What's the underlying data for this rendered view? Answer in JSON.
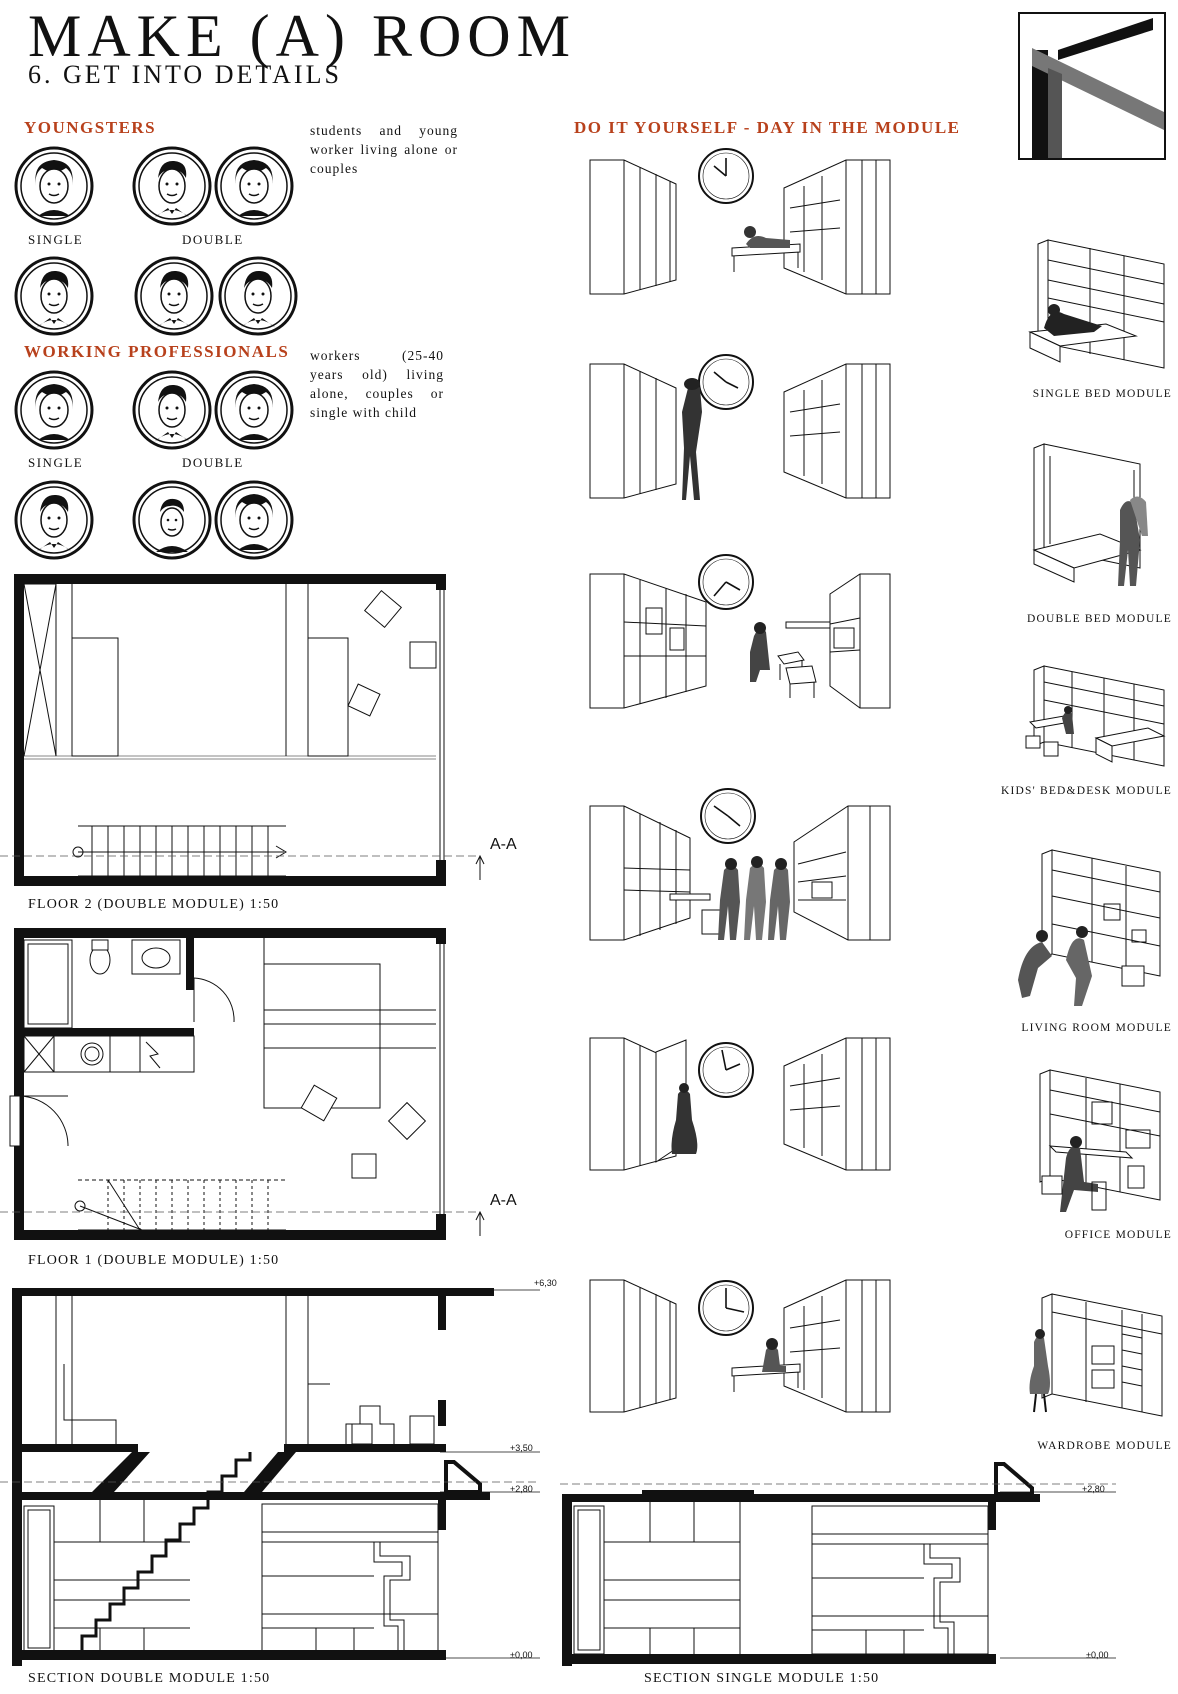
{
  "header": {
    "title": "MAKE (A) ROOM",
    "subtitle": "6. GET INTO DETAILS"
  },
  "youngsters": {
    "heading": "YOUNGSTERS",
    "description": "students and young worker living alone or couples",
    "single_label": "SINGLE",
    "double_label": "DOUBLE"
  },
  "professionals": {
    "heading": "WORKING PROFESSIONALS",
    "description": "workers (25-40 years old) living alone, couples or single with child",
    "single_label": "SINGLE",
    "double_label": "DOUBLE"
  },
  "diy": {
    "heading": "DO IT YOURSELF - DAY IN THE MODULE"
  },
  "modules": [
    "SINGLE BED MODULE",
    "DOUBLE BED MODULE",
    "KIDS' BED&DESK MODULE",
    "LIVING ROOM MODULE",
    "OFFICE MODULE",
    "WARDROBE MODULE"
  ],
  "plans": {
    "floor2_caption": "FLOOR 2 (DOUBLE MODULE) 1:50",
    "floor1_caption": "FLOOR 1 (DOUBLE MODULE) 1:50",
    "section_mark": "A-A"
  },
  "sections": {
    "double_caption": "SECTION DOUBLE MODULE 1:50",
    "single_caption": "SECTION SINGLE MODULE 1:50",
    "levels": [
      "+6,30",
      "+3,50",
      "+2,80",
      "±0,00"
    ]
  },
  "colors": {
    "accent": "#b8411c",
    "ink": "#111111"
  }
}
